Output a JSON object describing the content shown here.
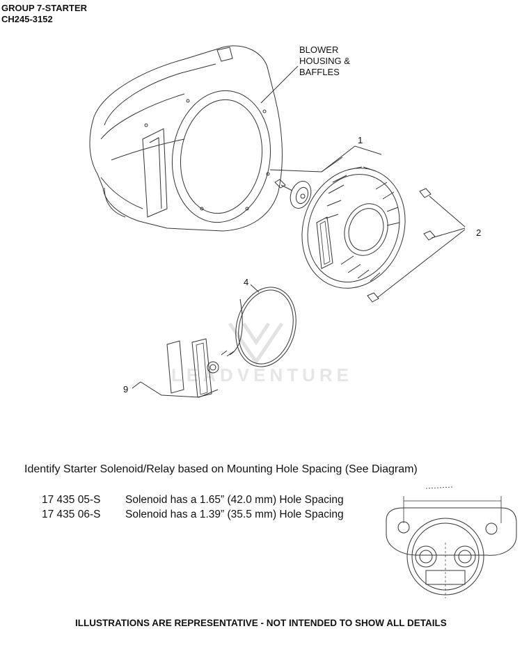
{
  "header": {
    "line1": "GROUP 7-STARTER",
    "line2": "CH245-3152"
  },
  "callouts": {
    "blower": [
      "BLOWER",
      "HOUSING &",
      "BAFFLES"
    ],
    "item1": "1",
    "item2": "2",
    "item4": "4",
    "item9": "9"
  },
  "watermark": "LEADVENTURE",
  "solenoid": {
    "intro": "Identify Starter Solenoid/Relay based on Mounting Hole Spacing (See Diagram)",
    "rows": [
      {
        "part": "17 435 05-S",
        "desc": "Solenoid has a 1.65” (42.0 mm) Hole Spacing"
      },
      {
        "part": "17 435 06-S",
        "desc": "Solenoid has a 1.39” (35.5 mm) Hole Spacing"
      }
    ]
  },
  "footer": "ILLUSTRATIONS ARE REPRESENTATIVE - NOT INTENDED TO SHOW ALL DETAILS"
}
